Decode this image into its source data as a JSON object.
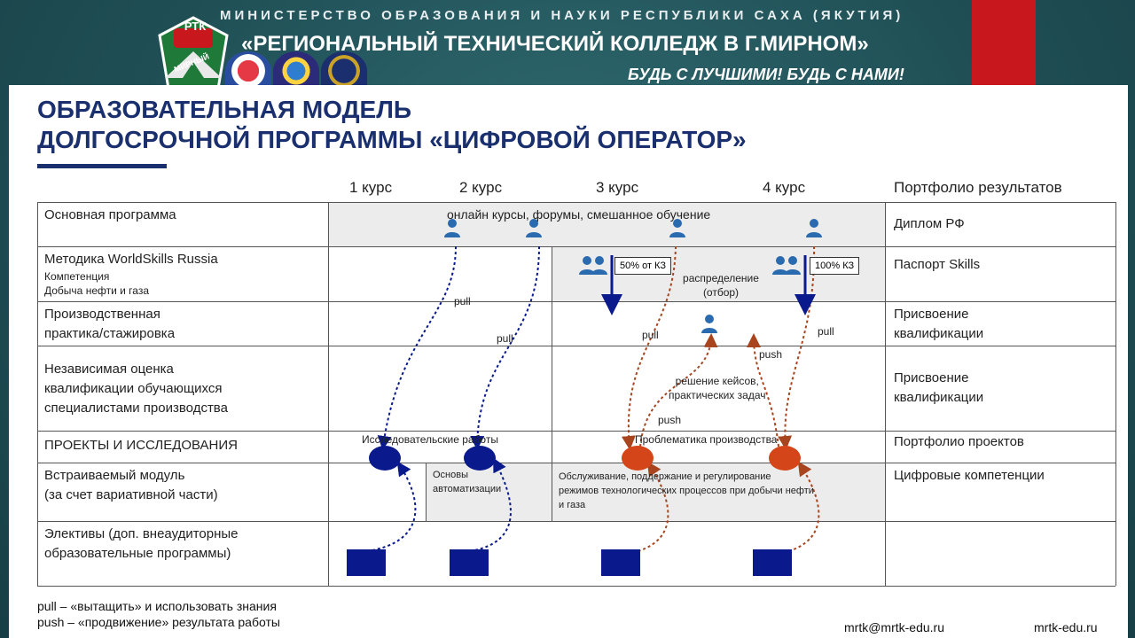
{
  "header": {
    "ministry": "МИНИСТЕРСТВО ОБРАЗОВАНИЯ И НАУКИ РЕСПУБЛИКИ САХА (ЯКУТИЯ)",
    "college": "«РЕГИОНАЛЬНЫЙ ТЕХНИЧЕСКИЙ КОЛЛЕДЖ В Г.МИРНОМ»",
    "slogan": "БУДЬ С ЛУЧШИМИ! БУДЬ С НАМИ!",
    "logo_text_top": "РТК",
    "logo_text_bottom": "МИРНЫЙ"
  },
  "title": {
    "line1": "ОБРАЗОВАТЕЛЬНАЯ МОДЕЛЬ",
    "line2": "ДОЛГОСРОЧНОЙ ПРОГРАММЫ «ЦИФРОВОЙ ОПЕРАТОР»"
  },
  "columns": [
    "1 курс",
    "2 курс",
    "3 курс",
    "4 курс",
    "Портфолио результатов"
  ],
  "rows": [
    {
      "label": "Основная программа",
      "portfolio": "Диплом РФ"
    },
    {
      "label": "Методика  WorldSkills Russia",
      "sub1": "Компетенция",
      "sub2": "Добыча нефти и газа",
      "portfolio": "Паспорт Skills"
    },
    {
      "label1": "Производственная",
      "label2": "практика/стажировка",
      "portfolio1": "Присвоение",
      "portfolio2": "квалификации"
    },
    {
      "label1": "Независимая  оценка",
      "label2": "квалификации  обучающихся",
      "label3": "специалистами  производства",
      "portfolio1": "Присвоение",
      "portfolio2": "квалификации"
    },
    {
      "label": "ПРОЕКТЫ И ИССЛЕДОВАНИЯ",
      "portfolio": "Портфолио проектов"
    },
    {
      "label1": "Встраиваемый  модуль",
      "label2": "(за счет  вариативной  части)",
      "portfolio": "Цифровые компетенции"
    },
    {
      "label1": "Элективы (доп. внеаудиторные",
      "label2": "образовательные  программы)"
    }
  ],
  "notes": {
    "online": "онлайн курсы, форумы, смешанное обучение",
    "ks50": "50% от КЗ",
    "ks100": "100% КЗ",
    "distribution1": "распределение",
    "distribution2": "(отбор)",
    "cases1": "решение кейсов,",
    "cases2": "практических задач",
    "research": "Исследовательские работы",
    "problems": "Проблематика производства",
    "automation1": "Основы",
    "automation2": "автоматизации",
    "service1": "Обслуживание, поддержание и регулирование",
    "service2": "режимов технологических процессов при добычи нефти",
    "service3": "и газа",
    "pull": "pull",
    "push": "push"
  },
  "legend": {
    "pull": "pull – «вытащить» и использовать знания",
    "push": "push – «продвижение» результата работы"
  },
  "footer": {
    "email": "mrtk@mrtk-edu.ru",
    "site": "mrtk-edu.ru"
  },
  "colors": {
    "navy": "#0a1a8c",
    "orange": "#d4461a",
    "title": "#1a2f6e",
    "red": "#c8181e",
    "person": "#2a6bb0"
  }
}
